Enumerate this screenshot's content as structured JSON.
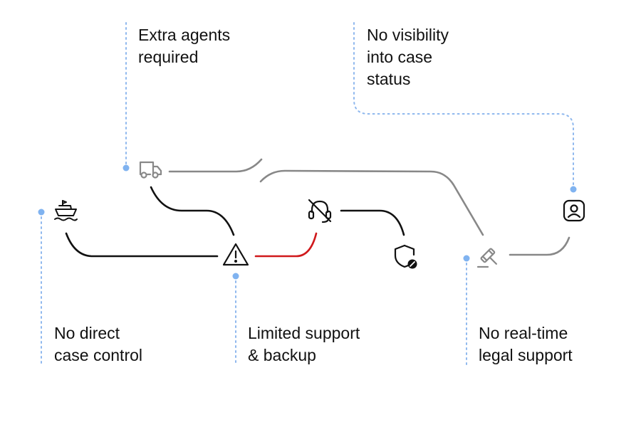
{
  "colors": {
    "background": "#ffffff",
    "text": "#111111",
    "line_dark": "#111111",
    "line_gray": "#888888",
    "line_red": "#d0191c",
    "dotted_blue": "#8fb8ee",
    "dot_blue": "#80b3f0"
  },
  "labels": {
    "extra_agents": "Extra agents\nrequired",
    "no_visibility": "No visibility\ninto case\nstatus",
    "no_direct_control": "No direct\ncase control",
    "limited_support": "Limited support\n& backup",
    "no_legal_support": "No real-time\nlegal support"
  },
  "icons": [
    {
      "name": "ship-icon",
      "tone": "dark"
    },
    {
      "name": "truck-icon",
      "tone": "gray"
    },
    {
      "name": "warning-icon",
      "tone": "dark"
    },
    {
      "name": "headset-off-icon",
      "tone": "dark"
    },
    {
      "name": "shield-blocked-icon",
      "tone": "dark"
    },
    {
      "name": "gavel-icon",
      "tone": "gray"
    },
    {
      "name": "user-badge-icon",
      "tone": "dark"
    }
  ]
}
